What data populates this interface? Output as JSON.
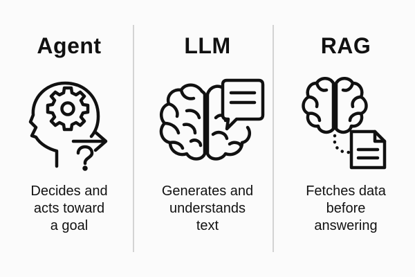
{
  "columns": [
    {
      "title": "Agent",
      "icon": "head-with-gear-arrow-question-icon",
      "description": [
        "Decides and",
        "acts toward",
        "a goal"
      ]
    },
    {
      "title": "LLM",
      "icon": "brain-with-speech-bubble-icon",
      "description": [
        "Generates and",
        "understands",
        "text"
      ]
    },
    {
      "title": "RAG",
      "icon": "brain-with-document-icon",
      "description": [
        "Fetches data",
        "before",
        "answering"
      ]
    }
  ],
  "colors": {
    "background": "#fbfbfb",
    "ink": "#111111",
    "divider": "#d3d3d3"
  }
}
